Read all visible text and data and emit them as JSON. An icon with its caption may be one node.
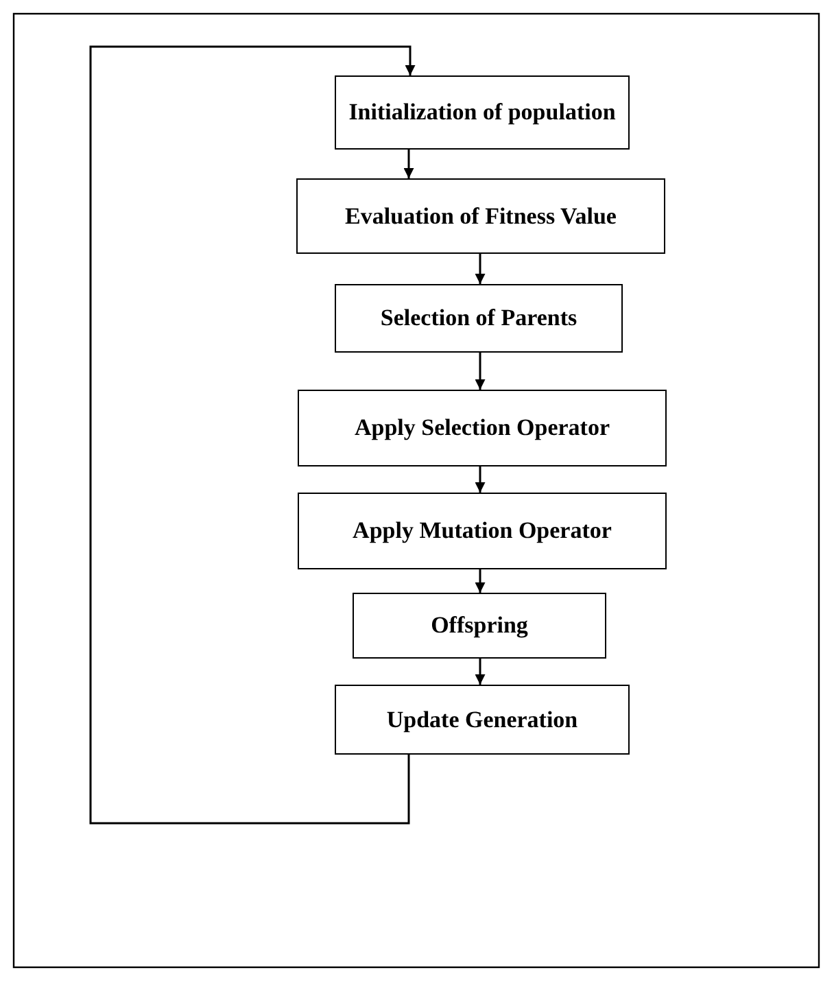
{
  "diagram": {
    "nodes": [
      {
        "text": [
          "Initialization of population"
        ]
      },
      {
        "text": [
          "Evaluation of Fitness Value"
        ]
      },
      {
        "text": [
          "Selection of Parents"
        ]
      },
      {
        "text": [
          "Apply Selection Operator"
        ]
      },
      {
        "text": [
          "Apply Mutation Operator"
        ]
      },
      {
        "text": [
          "Offspring"
        ]
      },
      {
        "text": [
          "Update Generation"
        ]
      }
    ],
    "edges": [
      {
        "from": 0,
        "to": 1,
        "arrow": "to"
      },
      {
        "from": 1,
        "to": 2,
        "arrow": "to"
      },
      {
        "from": 2,
        "to": 3,
        "arrow": "to"
      },
      {
        "from": 3,
        "to": 4,
        "arrow": "to"
      },
      {
        "from": 4,
        "to": 5,
        "arrow": "to"
      },
      {
        "from": 5,
        "to": 6,
        "arrow": "to"
      },
      {
        "from": 6,
        "to": 0,
        "arrow": "to"
      }
    ]
  }
}
